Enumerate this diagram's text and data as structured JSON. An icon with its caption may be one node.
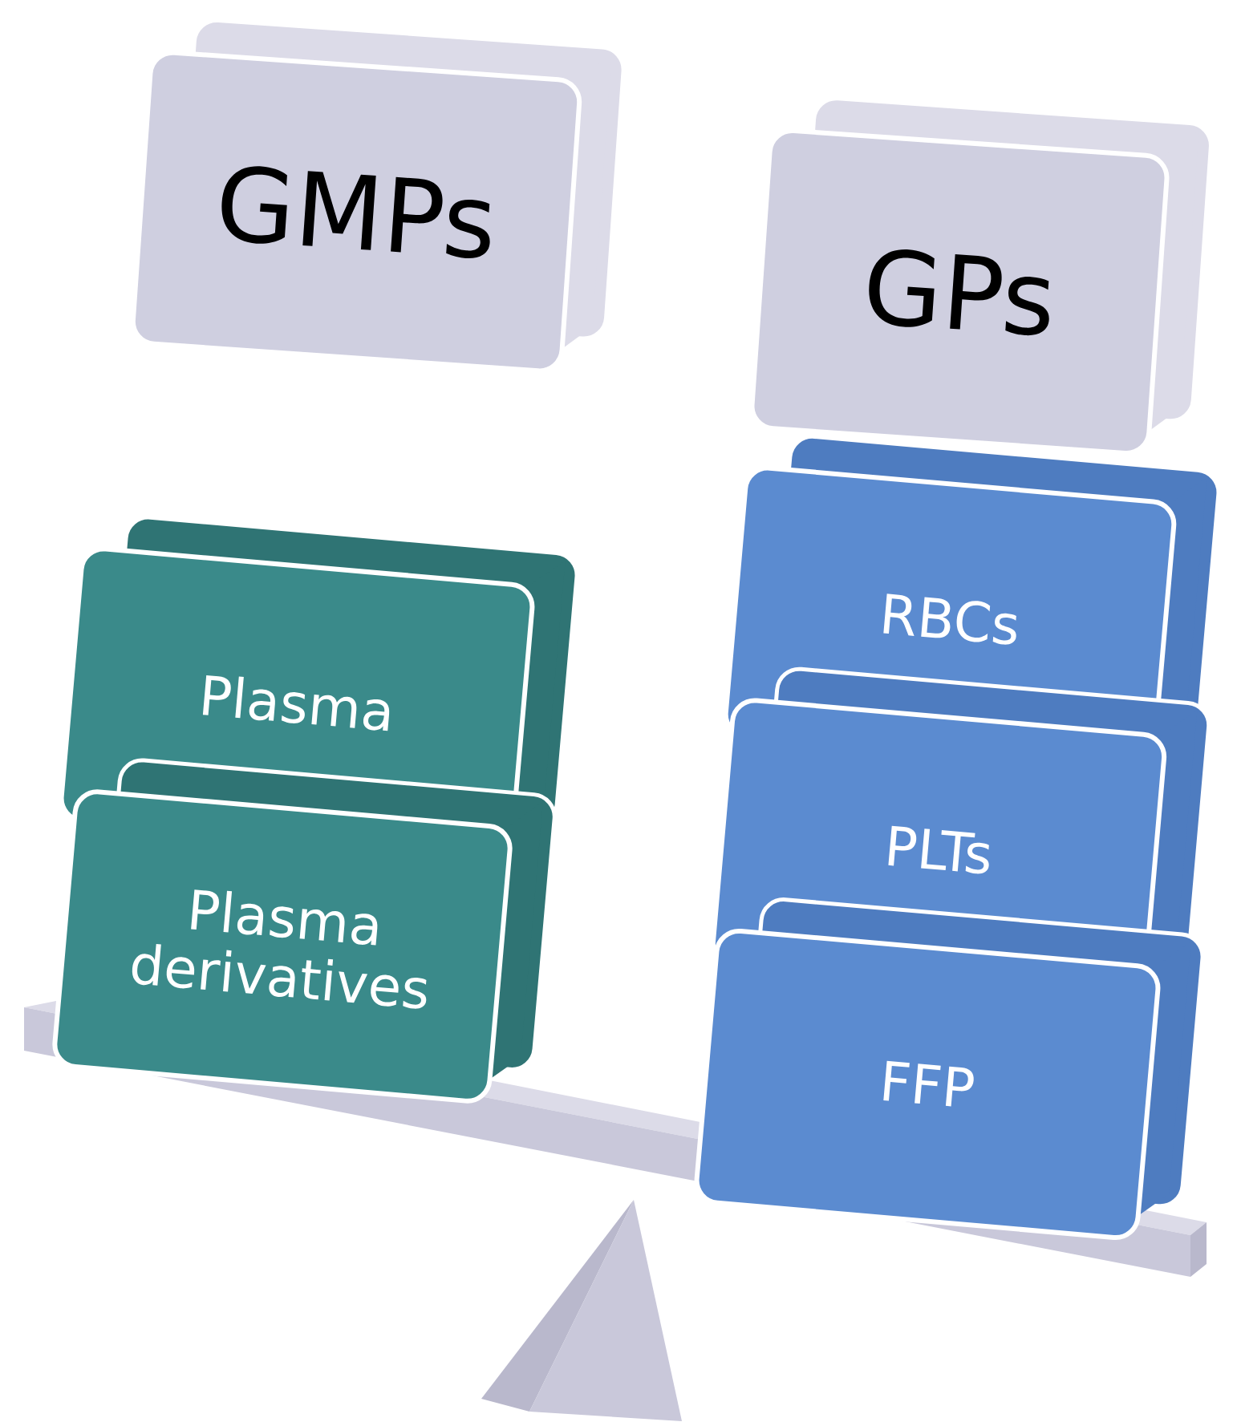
{
  "diagram": {
    "nodes": [
      {
        "text": [
          "GMPs"
        ]
      },
      {
        "text": [
          "GPs"
        ]
      },
      {
        "text": [
          "Plasma"
        ]
      },
      {
        "text": [
          "Plasma derivatives"
        ]
      },
      {
        "text": [
          "RBCs"
        ]
      },
      {
        "text": [
          "PLTs"
        ]
      },
      {
        "text": [
          "FFP"
        ]
      }
    ]
  }
}
